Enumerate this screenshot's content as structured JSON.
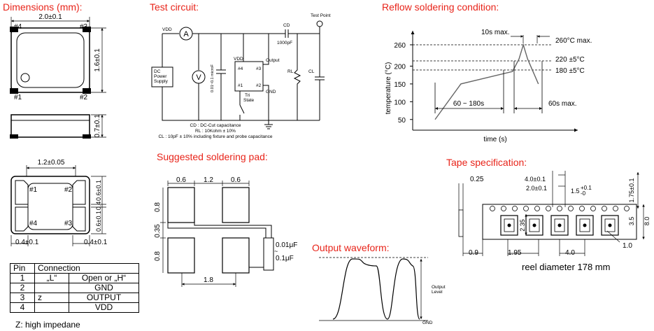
{
  "colors": {
    "title": "#e8241a",
    "line": "#000000",
    "dim_line": "#333333"
  },
  "titles": {
    "dimensions": "Dimensions (mm):",
    "test_circuit": "Test circuit:",
    "reflow": "Reflow soldering condition:",
    "soldering_pad": "Suggested soldering pad:",
    "output_waveform": "Output waveform:",
    "tape": "Tape specification:"
  },
  "dimensions": {
    "top_width": "2.0±0.1",
    "top_height": "1.6±0.1",
    "pin4": "#4",
    "pin3": "#3",
    "pin1": "#1",
    "pin2": "#2",
    "side_height": "0.7±0.1",
    "bottom_pad_width": "1.2±0.05",
    "bottom_pad_h1": "0.6±0.1",
    "bottom_pad_gap": "0.4",
    "bottom_pad_h2": "0.6±0.1",
    "bottom_left": "0.4±0.1",
    "bottom_right": "0.4±0.1"
  },
  "pin_table": {
    "headers": [
      "Pin",
      "Connection"
    ],
    "rows": [
      {
        "pin": "1",
        "a": "„L“",
        "b": "Open or „H“"
      },
      {
        "pin": "2",
        "a": "",
        "b": "GND"
      },
      {
        "pin": "3",
        "a": "z",
        "b": "OUTPUT"
      },
      {
        "pin": "4",
        "a": "",
        "b": "VDD"
      }
    ],
    "note": "Z: high impedane"
  },
  "test_circuit": {
    "vdd": "VDD",
    "ammeter": "A",
    "voltmeter": "V",
    "dc_supply": [
      "DC",
      "Power",
      "Supply"
    ],
    "cap_label": "0.01~0.1 microF",
    "chip_vdd": "VDD",
    "chip_output": "Output",
    "chip_p4": "#4",
    "chip_p3": "#3",
    "chip_p1": "#1",
    "chip_p2": "#2",
    "gnd": "GND",
    "tri_state": [
      "Tri",
      "State"
    ],
    "cd": "CD",
    "cd_value": "1000pF",
    "test_point": "Test Point",
    "rl": "RL",
    "cl": "CL",
    "notes": [
      "CD : DC-Cut capacitance",
      "RL : 10Kohm ± 10%",
      "CL : 10pF ± 10% including fixture and probe capacitance"
    ]
  },
  "reflow": {
    "type": "line",
    "x": [
      0,
      60,
      180,
      195,
      205,
      215,
      240
    ],
    "y": [
      50,
      150,
      185,
      220,
      260,
      220,
      150
    ],
    "yticks": [
      "260",
      "200",
      "150",
      "100",
      "50"
    ],
    "ylabel": "temperature (°C)",
    "xlabel": "time (s)",
    "peak_label": "10s max.",
    "t1": "260°C max.",
    "t2": "220 ±5°C",
    "t3": "180 ±5°C",
    "preheat": "60 ~ 180s",
    "above": "60s max."
  },
  "pad": {
    "w1": "0.6",
    "gap": "1.2",
    "w2": "0.6",
    "h1": "0.8",
    "mid": "0.35",
    "h2": "0.8",
    "span": "1.8",
    "cap1": "0.01μF",
    "cap2": "0.1μF"
  },
  "waveform": {
    "output_level": [
      "Output",
      "Level"
    ],
    "gnd": "GND"
  },
  "tape": {
    "d025": "0.25",
    "d40": "4.0±0.1",
    "d20": "2.0±0.1",
    "hole": "1.5",
    "hole_tol_plus": "+0.1",
    "hole_tol_minus": "-0",
    "d175": "1.75±0.1",
    "d35": "3.5",
    "d80": "8.0",
    "d235": "2.35",
    "d09": "0.9",
    "d195": "1.95",
    "d40b": "4.0",
    "d10": "1.0",
    "reel": "reel diameter 178 mm"
  }
}
